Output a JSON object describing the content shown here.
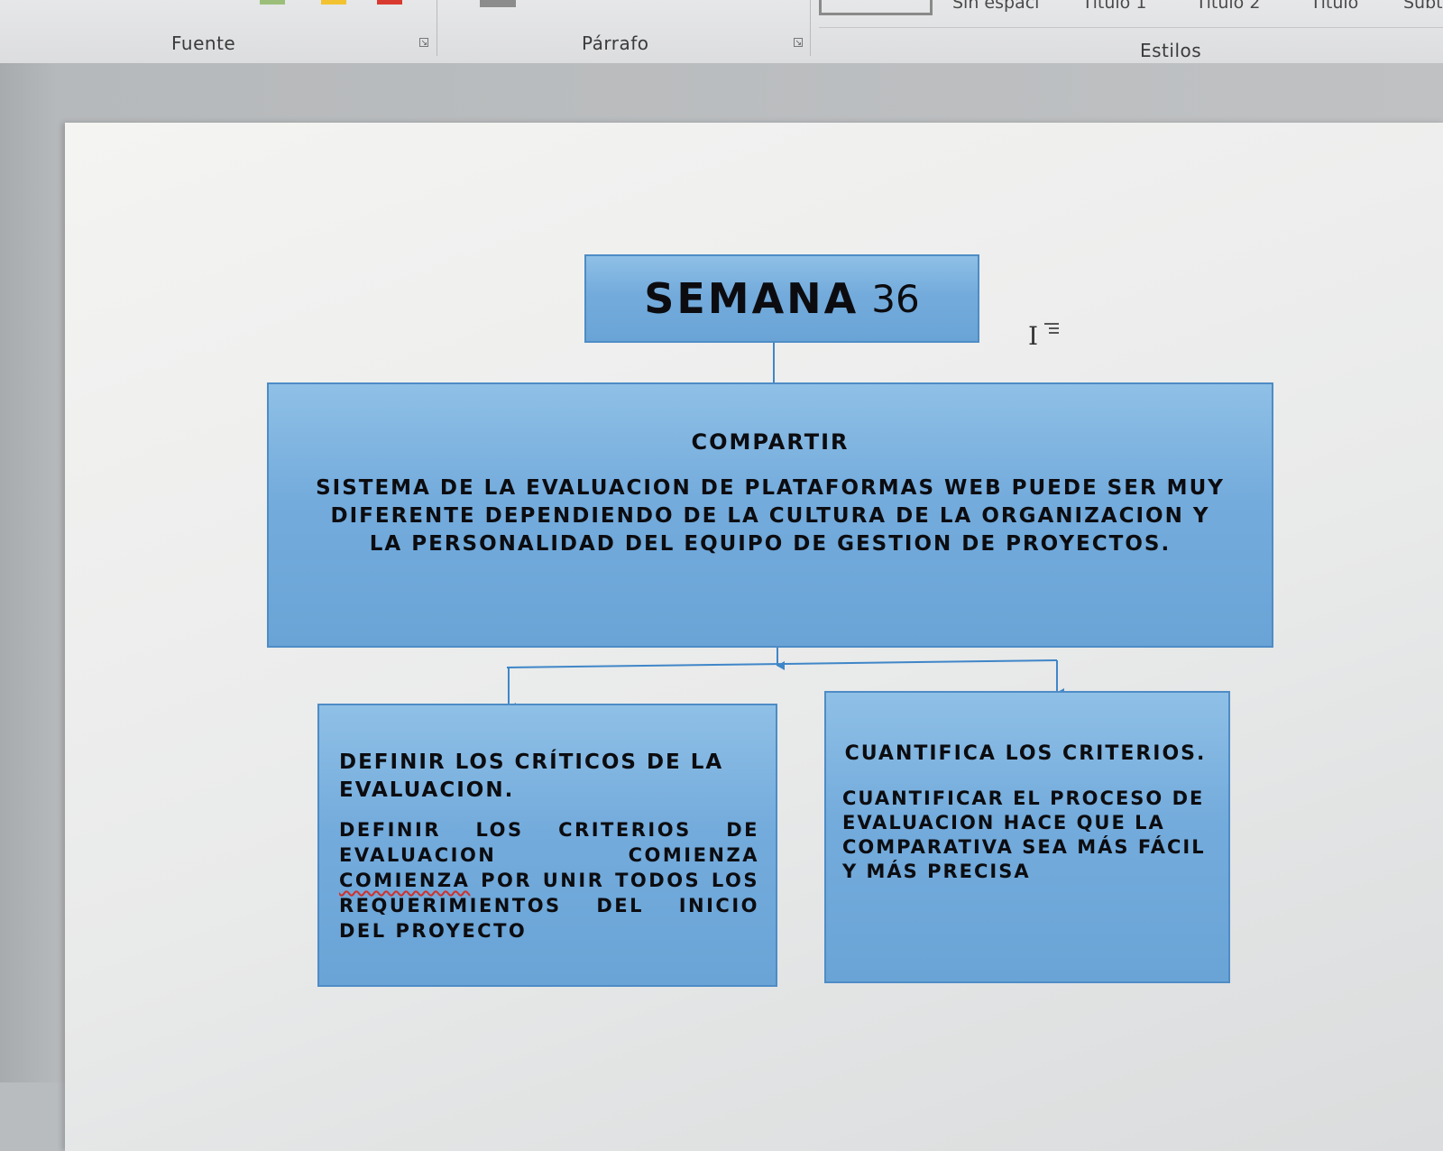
{
  "ribbon": {
    "groups": {
      "fuente": "Fuente",
      "parrafo": "Párrafo",
      "estilos": "Estilos"
    },
    "styles_gallery": [
      "Título 1",
      "Título 2",
      "Título",
      "Subtí"
    ],
    "partial_style": "Sin espaci"
  },
  "diagram": {
    "title": {
      "word": "SEMANA",
      "number": "36"
    },
    "main": {
      "heading": "COMPARTIR",
      "body": "SISTEMA DE LA EVALUACION DE PLATAFORMAS WEB PUEDE SER MUY DIFERENTE DEPENDIENDO DE LA CULTURA DE LA ORGANIZACION Y LA PERSONALIDAD DEL EQUIPO DE GESTION DE PROYECTOS."
    },
    "left": {
      "heading": "DEFINIR LOS CRÍTICOS DE LA EVALUACION.",
      "body_pre": "DEFINIR LOS CRITERIOS DE EVALUACION COMIENZA",
      "body_spell": "COMIENZA",
      "body_post": "POR UNIR TODOS LOS REQUERIMIENTOS DEL INICIO DEL PROYECTO"
    },
    "right": {
      "heading": "CUANTIFICA LOS CRITERIOS.",
      "body": "CUANTIFICAR EL PROCESO DE EVALUACION HACE QUE LA COMPARATIVA SEA MÁS FÁCIL Y MÁS PRECISA"
    }
  },
  "colors": {
    "box_fill": "#73abdc",
    "box_border": "#4e8cc6",
    "connector": "#3f86c8",
    "spellcheck": "#d0312d"
  },
  "icons": [
    "text-cursor-icon",
    "layout-options-icon",
    "dialog-launcher-icon"
  ]
}
